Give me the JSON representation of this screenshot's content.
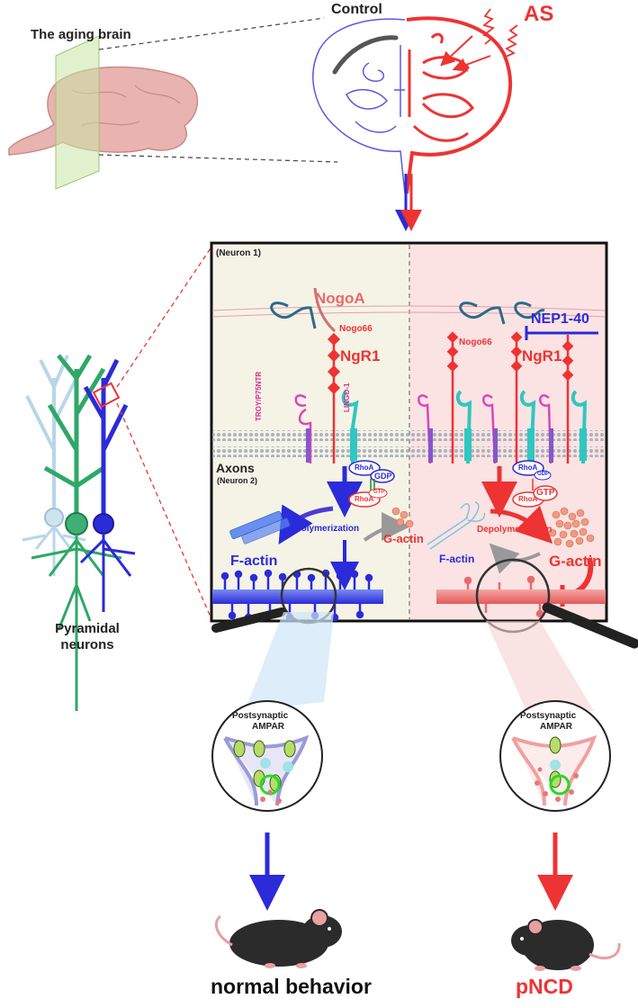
{
  "top": {
    "aging_brain_label": "The aging brain",
    "control_label": "Control",
    "as_label": "AS"
  },
  "panel": {
    "neuron1_label": "(Neuron 1)",
    "nogoa_label": "NogoA",
    "nogo66_label_left": "Nogo66",
    "nogo66_label_right": "Nogo66",
    "ngr1_label_left": "NgR1",
    "ngr1_label_right": "NgR1",
    "nep_label": "NEP1-40",
    "troy_label": "TROY/P75NTR",
    "lingo_label": "LINGO-1",
    "axons_label": "Axons",
    "neuron2_label": "(Neuron 2)",
    "rhoa_label": "RhoA",
    "gdp_label": "GDP",
    "gtp_label": "GTP",
    "polymerization_label": "Polymerization",
    "depolymerization_label": "Depolymerization",
    "factin_left": "F-actin",
    "factin_right": "F-actin",
    "gactin_left": "G-actin",
    "gactin_right": "G-actin"
  },
  "side": {
    "pyramidal_label": "Pyramidal neurons"
  },
  "bottom": {
    "postsynaptic_label": "Postsynaptic",
    "ampar_label": "AMPAR",
    "normal_label": "normal behavior",
    "pncd_label": "pNCD"
  },
  "colors": {
    "control_blue": "#2b2bd9",
    "as_red": "#ee3333",
    "panel_left_bg": "#f5f3e6",
    "panel_right_bg": "#fbe3e3"
  }
}
